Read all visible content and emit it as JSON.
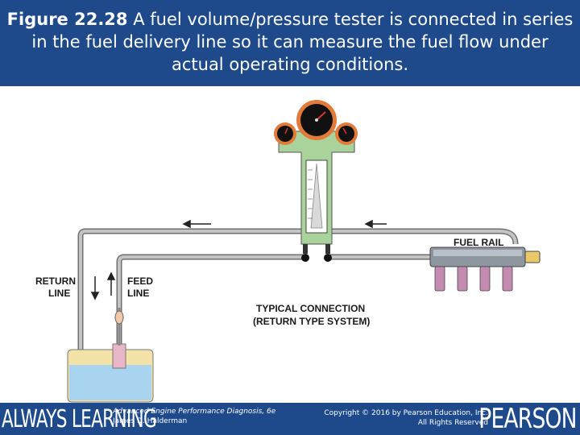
{
  "header": {
    "figure_label": "Figure 22.28",
    "caption": "A fuel volume/pressure tester is connected in series in the fuel delivery line so it can measure the fuel flow under actual operating conditions."
  },
  "diagram": {
    "fuel_rail_label": "FUEL RAIL",
    "return_line_label": [
      "RETURN",
      "LINE"
    ],
    "feed_line_label": [
      "FEED",
      "LINE"
    ],
    "typical_connection_label": [
      "TYPICAL CONNECTION",
      "(RETURN TYPE SYSTEM)"
    ]
  },
  "footer": {
    "always_learning": "ALWAYS LEARNING",
    "book_title": "Advanced Engine Performance Diagnosis, 6e",
    "author": "James D. Halderman",
    "copyright_line1": "Copyright © 2016 by Pearson Education, Inc.",
    "copyright_line2": "All Rights Reserved",
    "brand": "PEARSON"
  },
  "colors": {
    "header_bg": "#1e4a8c",
    "tester_body": "#a9d39a",
    "fuel_blue": "#a8d4f0",
    "injector_pink": "#c58bb0",
    "pipe_gray": "#b8b8b8"
  }
}
